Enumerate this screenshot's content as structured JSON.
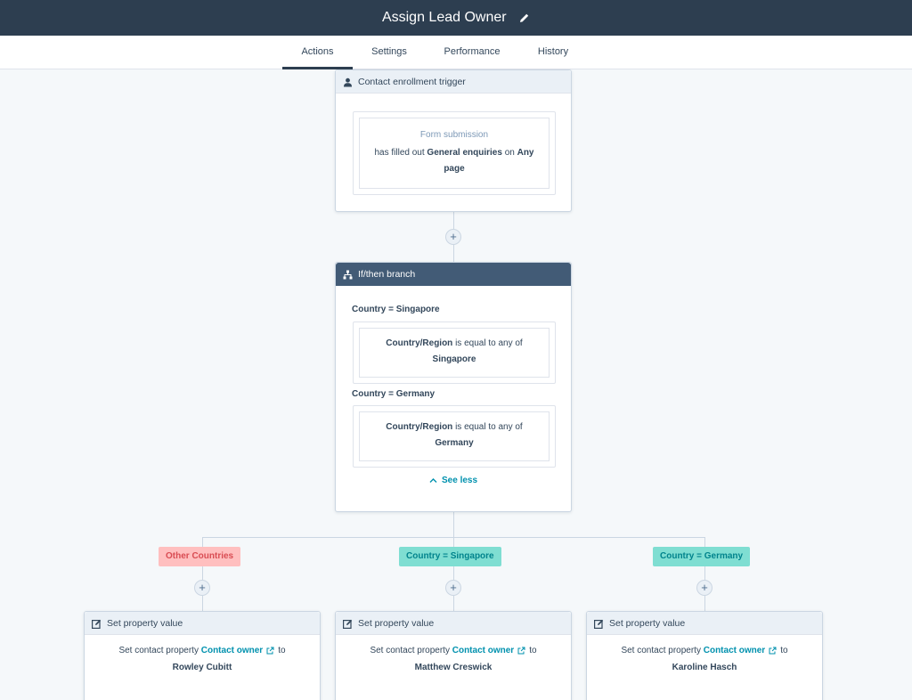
{
  "header": {
    "title": "Assign Lead Owner"
  },
  "tabs": [
    {
      "label": "Actions",
      "active": true
    },
    {
      "label": "Settings",
      "active": false
    },
    {
      "label": "Performance",
      "active": false
    },
    {
      "label": "History",
      "active": false
    }
  ],
  "trigger": {
    "header": "Contact enrollment trigger",
    "type_label": "Form submission",
    "prefix": "has filled out",
    "form_name": "General enquiries",
    "on_text": "on",
    "page_name": "Any page"
  },
  "branch": {
    "header": "If/then branch",
    "conditions": [
      {
        "title": "Country = Singapore",
        "property": "Country/Region",
        "operator": "is equal to any of",
        "value": "Singapore"
      },
      {
        "title": "Country = Germany",
        "property": "Country/Region",
        "operator": "is equal to any of",
        "value": "Germany"
      }
    ],
    "see_less": "See less"
  },
  "branch_tags": [
    {
      "label": "Other Countries",
      "color": "#ffbfbf"
    },
    {
      "label": "Country = Singapore",
      "color": "#7fded2"
    },
    {
      "label": "Country = Germany",
      "color": "#7fded2"
    }
  ],
  "actions": [
    {
      "header": "Set property value",
      "prefix": "Set contact property",
      "property": "Contact owner",
      "to_text": "to",
      "value": "Rowley Cubitt"
    },
    {
      "header": "Set property value",
      "prefix": "Set contact property",
      "property": "Contact owner",
      "to_text": "to",
      "value": "Matthew Creswick"
    },
    {
      "header": "Set property value",
      "prefix": "Set contact property",
      "property": "Contact owner",
      "to_text": "to",
      "value": "Karoline Hasch"
    }
  ],
  "icons": {
    "edit": "pencil-icon",
    "trigger": "contact-icon",
    "branch": "branch-icon",
    "action": "edit-property-icon",
    "external": "external-link-icon",
    "add": "plus-icon",
    "collapse": "chevron-up-icon"
  },
  "colors": {
    "topbar": "#2d3e50",
    "link": "#0091ae",
    "tag_red": "#ffbfbf",
    "tag_teal": "#7fded2",
    "branch_header": "#425b76"
  }
}
